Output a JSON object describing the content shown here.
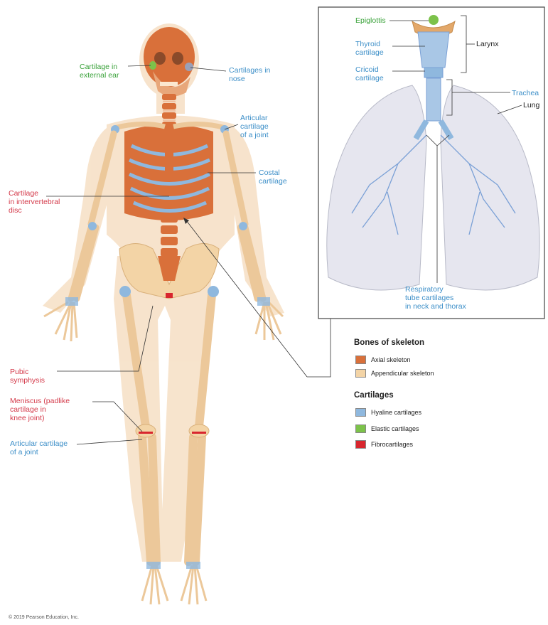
{
  "labels": {
    "ear": "Cartilage in\nexternal ear",
    "nose": "Cartilages in\nnose",
    "articular_upper": "Articular\ncartilage\nof a joint",
    "costal": "Costal\ncartilage",
    "intervertebral": "Cartilage\nin intervertebral\ndisc",
    "pubic": "Pubic\nsymphysis",
    "meniscus": "Meniscus (padlike\ncartilage in\nknee joint)",
    "articular_lower": "Articular cartilage\nof a joint",
    "epiglottis": "Epiglottis",
    "thyroid": "Thyroid\ncartilage",
    "cricoid": "Cricoid\ncartilage",
    "larynx": "Larynx",
    "trachea": "Trachea",
    "lung": "Lung",
    "respiratory": "Respiratory\ntube cartilages\nin neck and thorax"
  },
  "legend": {
    "bones_title": "Bones of skeleton",
    "axial": "Axial skeleton",
    "appendicular": "Appendicular skeleton",
    "cart_title": "Cartilages",
    "hyaline": "Hyaline cartilages",
    "elastic": "Elastic cartilages",
    "fibro": "Fibrocartilages"
  },
  "colors": {
    "axial": "#d9703a",
    "appendicular": "#f3d4a6",
    "hyaline": "#8fb8de",
    "elastic": "#7cc24a",
    "fibro": "#d8262e",
    "body_skin": "#f6dfc4"
  },
  "copyright": "© 2019 Pearson Education, Inc."
}
